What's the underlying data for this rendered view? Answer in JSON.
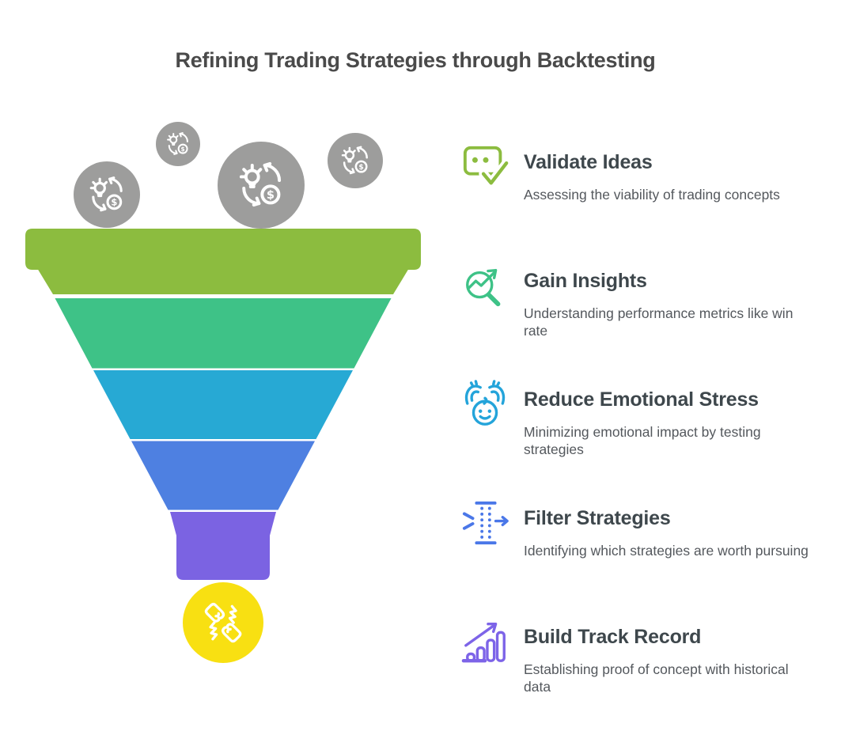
{
  "title": "Refining Trading Strategies through Backtesting",
  "glyphs": {
    "dollar": "$"
  },
  "colors": {
    "title_text": "#4A4A4A",
    "heading_text": "#3E474C",
    "description_text": "#54585D",
    "white": "#FFFFFF",
    "gray_circle": "#9D9D9C"
  },
  "funnel": {
    "input_icon": "idea-to-money-cycle-icon",
    "input_circle_color": "#9D9D9C",
    "stages": [
      {
        "name": "stage-1",
        "color": "#8CBC3F"
      },
      {
        "name": "stage-2",
        "color": "#3EC287"
      },
      {
        "name": "stage-3",
        "color": "#27A9D4"
      },
      {
        "name": "stage-4",
        "color": "#4E80E1"
      },
      {
        "name": "stage-5",
        "color": "#7B63E2"
      }
    ],
    "output_icon": "fist-bump-icon",
    "output_color": "#F8E012"
  },
  "items": [
    {
      "icon": "chat-check-icon",
      "color": "#8CBC3F",
      "title": "Validate Ideas",
      "description": "Assessing the viability of trading concepts"
    },
    {
      "icon": "magnifier-trend-icon",
      "color": "#3EC287",
      "title": "Gain Insights",
      "description": "Understanding performance metrics like win rate"
    },
    {
      "icon": "calm-face-hands-icon",
      "color": "#24A4DA",
      "title": "Reduce Emotional Stress",
      "description": "Minimizing emotional impact by testing strategies"
    },
    {
      "icon": "filter-flow-icon",
      "color": "#4A77E8",
      "title": "Filter Strategies",
      "description": "Identifying which strategies are worth pursuing"
    },
    {
      "icon": "growth-chart-icon",
      "color": "#7D64E8",
      "title": "Build Track Record",
      "description": "Establishing proof of concept with historical data"
    }
  ]
}
